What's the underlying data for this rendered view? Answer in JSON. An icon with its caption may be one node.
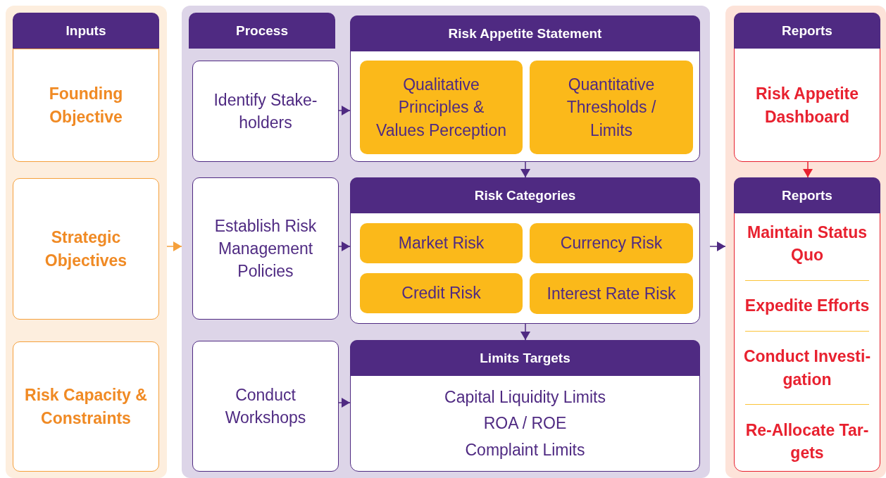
{
  "diagram": {
    "nodes": [
      {
        "text": [
          "Inputs"
        ]
      },
      {
        "text": [
          "Founding Objective"
        ],
        "in": 0
      },
      {
        "text": [
          "Strategic Objectives"
        ],
        "in": 0
      },
      {
        "text": [
          "Risk Capacity & Constraints"
        ],
        "in": 0
      },
      {
        "text": [
          "Process"
        ]
      },
      {
        "text": [
          "Identify Stake-holders"
        ],
        "in": 4
      },
      {
        "text": [
          "Establish Risk Management Policies"
        ],
        "in": 4
      },
      {
        "text": [
          "Conduct Workshops"
        ],
        "in": 4
      },
      {
        "text": [
          "Risk Appetite Statement"
        ],
        "in": 4
      },
      {
        "text": [
          "Qualitative Principles & Values Perception"
        ],
        "in": 8
      },
      {
        "text": [
          "Quantitative Thresholds / Limits"
        ],
        "in": 8
      },
      {
        "text": [
          "Risk Categories"
        ],
        "in": 4
      },
      {
        "text": [
          "Market Risk"
        ],
        "in": 11
      },
      {
        "text": [
          "Currency Risk"
        ],
        "in": 11
      },
      {
        "text": [
          "Credit Risk"
        ],
        "in": 11
      },
      {
        "text": [
          "Interest Rate Risk"
        ],
        "in": 11
      },
      {
        "text": [
          "Limits Targets",
          "Capital Liquidity Limits",
          "ROA / ROE",
          "Complaint Limits"
        ],
        "in": 4
      },
      {
        "text": [],
        "shape": "box"
      },
      {
        "text": [
          "Reports",
          "Risk Appetite Dashboard"
        ],
        "in": 17
      },
      {
        "text": [
          "Reports",
          "Maintain Status Quo",
          "Expedite Efforts",
          "Conduct Investi-gation",
          "Re-Allocate Tar-gets"
        ],
        "in": 17
      }
    ],
    "edges": [
      {
        "from": 0,
        "to": 4,
        "arrow": "to",
        "color": "#f5a03c"
      },
      {
        "from": 5,
        "to": 8,
        "arrow": "to"
      },
      {
        "from": 6,
        "to": 11,
        "arrow": "to"
      },
      {
        "from": 7,
        "to": 16,
        "arrow": "to"
      },
      {
        "from": 8,
        "to": 11,
        "arrow": "to"
      },
      {
        "from": 11,
        "to": 16,
        "arrow": "to"
      },
      {
        "from": 4,
        "to": 17,
        "arrow": "to"
      },
      {
        "from": 18,
        "to": 19,
        "arrow": "to",
        "color": "#e8212f"
      }
    ]
  }
}
